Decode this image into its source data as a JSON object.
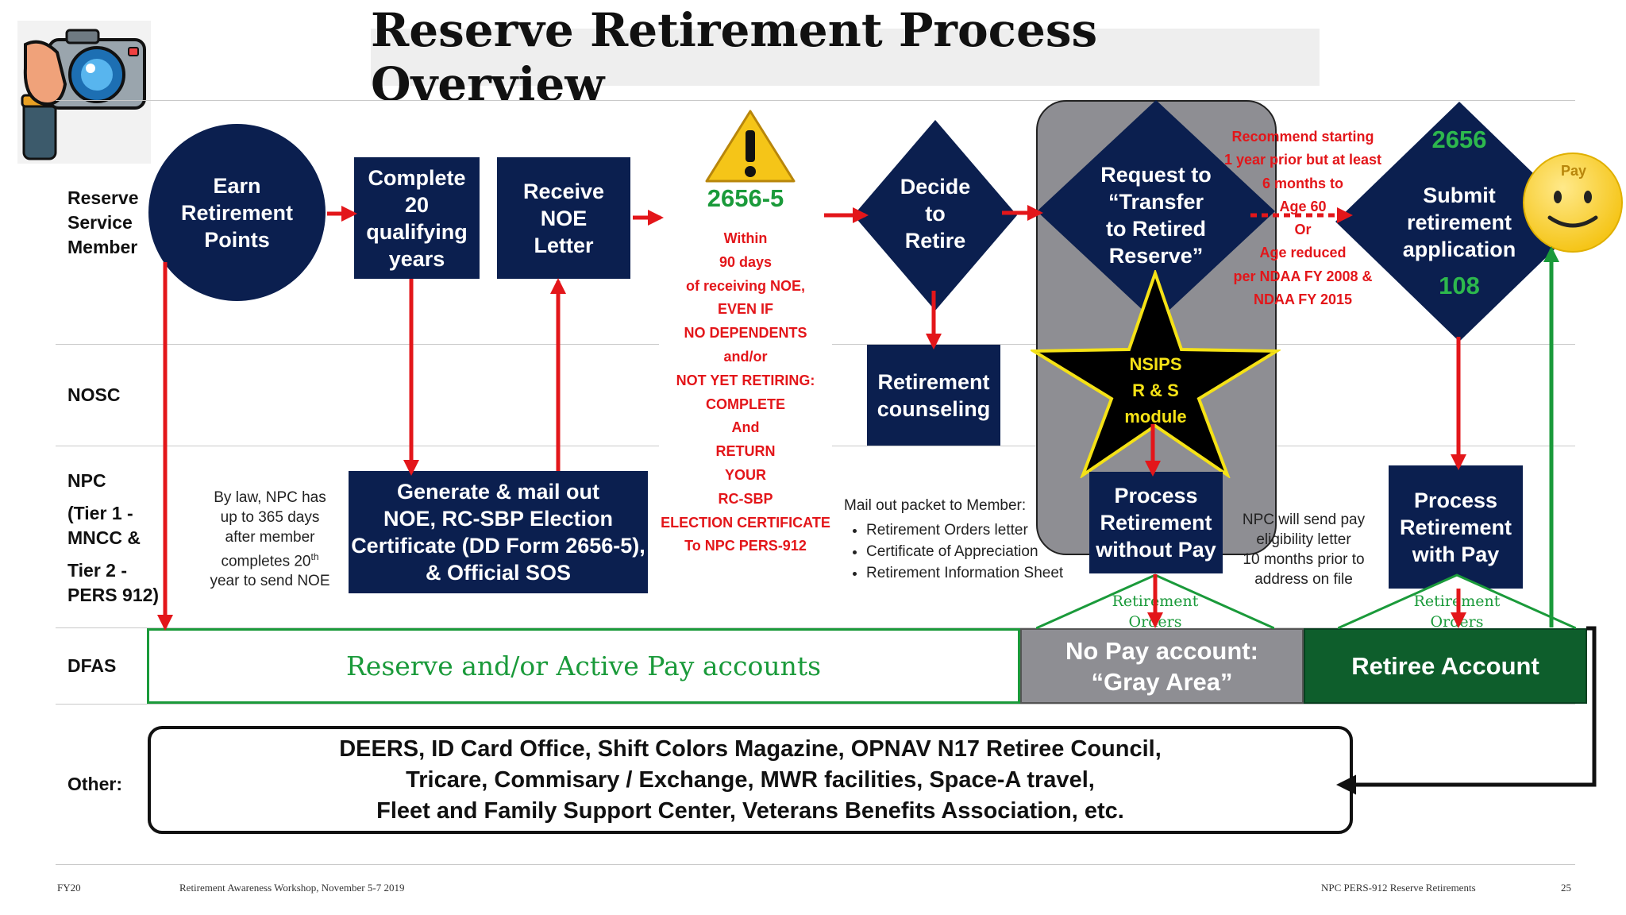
{
  "title": "Reserve Retirement Process Overview",
  "lanes": {
    "member": [
      "Reserve",
      "Service",
      "Member"
    ],
    "nosc": "NOSC",
    "npc": [
      "NPC",
      "(Tier 1 -",
      "MNCC &",
      "Tier 2 -",
      "PERS 912)"
    ],
    "dfas": "DFAS",
    "other": "Other:"
  },
  "steps": {
    "earn_points": [
      "Earn",
      "Retirement",
      "Points"
    ],
    "complete_years": [
      "Complete",
      "20",
      "qualifying",
      "years"
    ],
    "receive_noe": [
      "Receive",
      "NOE",
      "Letter"
    ],
    "decide": [
      "Decide",
      "to",
      "Retire"
    ],
    "request_transfer": [
      "Request to",
      "“Transfer",
      "to Retired",
      "Reserve”"
    ],
    "submit_app": {
      "top": "2656",
      "lines": [
        "Submit",
        "retirement",
        "application"
      ],
      "bottom": "108"
    },
    "counseling": [
      "Retirement",
      "counseling"
    ],
    "generate_noe": [
      "Generate & mail out",
      "NOE, RC-SBP Election",
      "Certificate (DD Form 2656-5),",
      "& Official SOS"
    ],
    "process_without_pay": [
      "Process",
      "Retirement",
      "without Pay"
    ],
    "process_with_pay": [
      "Process",
      "Retirement",
      "with Pay"
    ]
  },
  "form_box": {
    "heading": "2656-5",
    "lines": [
      "Within",
      "90 days",
      "of receiving NOE,",
      "EVEN IF",
      "NO DEPENDENTS",
      "and/or",
      "NOT YET RETIRING:",
      "COMPLETE",
      "And",
      "RETURN",
      "YOUR",
      "RC-SBP",
      "ELECTION CERTIFICATE",
      "To NPC PERS-912"
    ]
  },
  "recommend": [
    "Recommend starting",
    "1 year prior but at least",
    "6 months to",
    "Age 60",
    "Or",
    "Age reduced",
    "per NDAA FY 2008 &",
    "NDAA FY 2015"
  ],
  "nsips": [
    "NSIPS",
    "R & S",
    "module"
  ],
  "by_law": [
    "By law, NPC has",
    "up to 365 days",
    "after member",
    "completes 20",
    "year to send NOE"
  ],
  "by_law_sup": "th",
  "mail_packet": {
    "heading": "Mail out packet to Member:",
    "items": [
      "Retirement Orders letter",
      "Certificate of Appreciation",
      "Retirement Information Sheet"
    ]
  },
  "pay_notice": [
    "NPC will send pay",
    "eligibility letter",
    "10 months prior to",
    "address on file"
  ],
  "retirement_orders": [
    "Retirement",
    "Orders"
  ],
  "pay_label": "Pay",
  "dfas": {
    "reserve_active": "Reserve and/or Active Pay accounts",
    "no_pay": [
      "No Pay account:",
      "“Gray Area”"
    ],
    "retiree": "Retiree Account"
  },
  "other_box": [
    "DEERS, ID Card Office, Shift Colors Magazine, OPNAV N17 Retiree Council,",
    "Tricare, Commisary / Exchange, MWR facilities, Space-A travel,",
    "Fleet and Family Support Center, Veterans Benefits Association, etc."
  ],
  "footer": {
    "fy": "FY20",
    "workshop": "Retirement Awareness Workshop, November 5-7 2019",
    "org": "NPC PERS-912 Reserve Retirements",
    "page": "25"
  },
  "icons": {
    "camera": "camera-icon",
    "warning": "warning-icon",
    "smiley": "smiley-icon"
  },
  "colors": {
    "navy": "#0b1f4f",
    "red": "#e3161a",
    "green": "#1a9a3a",
    "dark_green": "#0e5e2c",
    "gray": "#8e8e93",
    "gold": "#f5c518"
  }
}
